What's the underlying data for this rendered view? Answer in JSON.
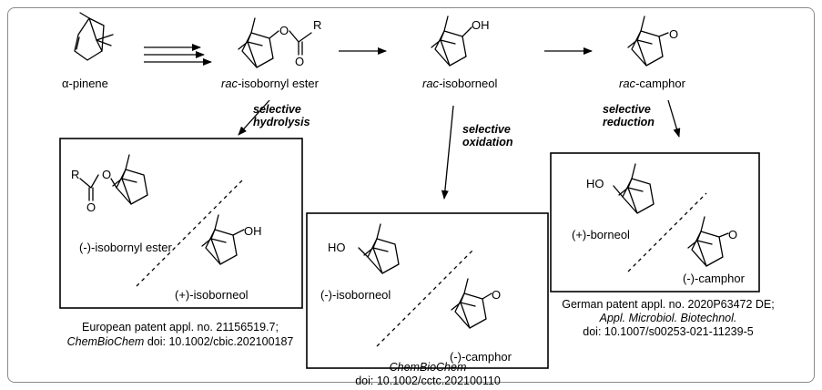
{
  "compounds": {
    "alpha_pinene": "α-pinene",
    "rac_isobornyl_ester_prefix": "rac",
    "rac_isobornyl_ester_rest": "-isobornyl ester",
    "rac_isoborneol_prefix": "rac",
    "rac_isoborneol_rest": "-isoborneol",
    "rac_camphor_prefix": "rac",
    "rac_camphor_rest": "-camphor"
  },
  "steps": {
    "hydrolysis_1": "selective",
    "hydrolysis_2": "hydrolysis",
    "oxidation_1": "selective",
    "oxidation_2": "oxidation",
    "reduction_1": "selective",
    "reduction_2": "reduction"
  },
  "atoms": {
    "R": "R",
    "O": "O",
    "OH": "OH",
    "HO": "HO"
  },
  "box1": {
    "label_a": "(-)-isobornyl ester",
    "label_b": "(+)-isoborneol",
    "ref_1": "European patent appl. no. 21156519.7;",
    "ref_2_journal": "ChemBioChem",
    "ref_2_doi": " doi: 10.1002/cbic.202100187"
  },
  "box2": {
    "label_a": "(-)-isoborneol",
    "label_b": "(-)-camphor",
    "ref_1": "ChemBioChem",
    "ref_2": "doi: 10.1002/cctc.202100110"
  },
  "box3": {
    "label_a": "(+)-borneol",
    "label_b": "(-)-camphor",
    "ref_1": "German patent appl. no. 2020P63472 DE;",
    "ref_2": "Appl. Microbiol. Biotechnol.",
    "ref_3": "doi: 10.1007/s00253-021-11239-5"
  }
}
